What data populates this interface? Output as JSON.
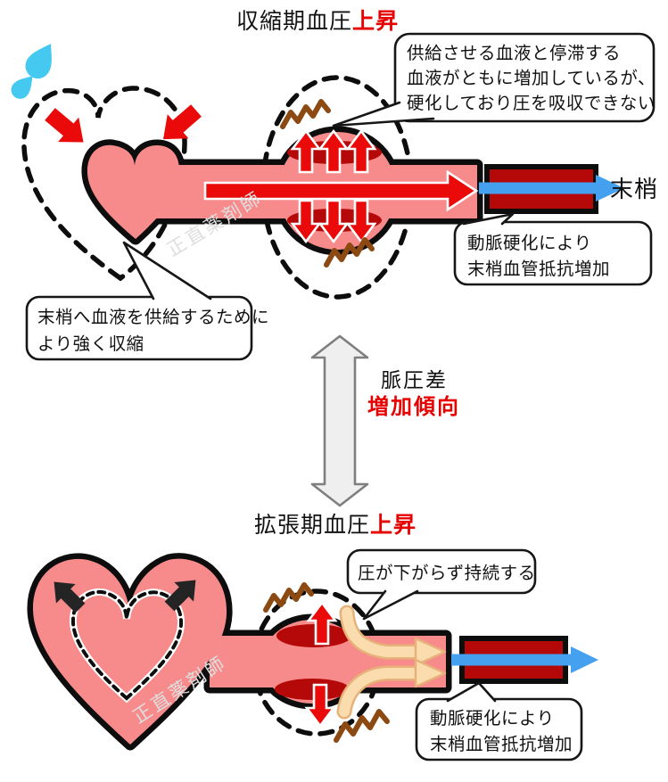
{
  "colors": {
    "pink": "#F78B8B",
    "dark_red": "#B50808",
    "red": "#EA0A0A",
    "accent_red": "#E60000",
    "blue": "#45A0F0",
    "brown": "#8C4A12",
    "cream": "#FBDCAE",
    "cream_edge": "#E7B279",
    "grey_fill": "#EFEFEF",
    "grey_border": "#7F7F7F",
    "droplet": "#45C9F0",
    "watermark": "#DEDEDE"
  },
  "top_section": {
    "title": {
      "black": "収縮期血圧",
      "red": "上昇"
    },
    "bubble_stiff": {
      "lines": [
        "供給させる血液と停滞する",
        "血液がともに増加しているが、",
        "硬化しており圧を吸収できない"
      ]
    },
    "bubble_contract": {
      "lines": [
        "末梢へ血液を供給するために",
        "より強く収縮"
      ]
    },
    "bubble_resistance": {
      "lines": [
        "動脈硬化により",
        "末梢血管抵抗増加"
      ]
    },
    "peripheral_label": "末梢",
    "watermark": "正直薬剤師"
  },
  "middle": {
    "pulse_pressure": "脈圧差",
    "trend": "増加傾向"
  },
  "bottom_section": {
    "title": {
      "black": "拡張期血圧",
      "red": "上昇"
    },
    "bubble_sustain": {
      "lines": [
        "圧が下がらず持続する"
      ]
    },
    "bubble_resistance": {
      "lines": [
        "動脈硬化により",
        "末梢血管抵抗増加"
      ]
    },
    "watermark": "正直薬剤師"
  }
}
